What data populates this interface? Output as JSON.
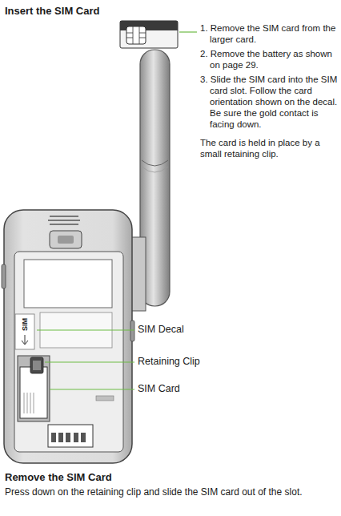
{
  "diagram": {
    "title": "Insert the SIM Card",
    "labels": [
      "1. Remove the SIM card from the larger card.",
      "2. Remove the battery as shown on page 29.",
      "3. Slide the SIM card into the SIM card slot. Follow the card orientation shown on the decal. Be sure the gold contact is facing down.",
      "The card is held in place by a small retaining clip.",
      "SIM",
      "SIM Decal",
      "Retaining Clip",
      "SIM Card",
      "Remove the SIM Card",
      "Press down on the retaining clip and slide the SIM card out of the slot."
    ]
  }
}
